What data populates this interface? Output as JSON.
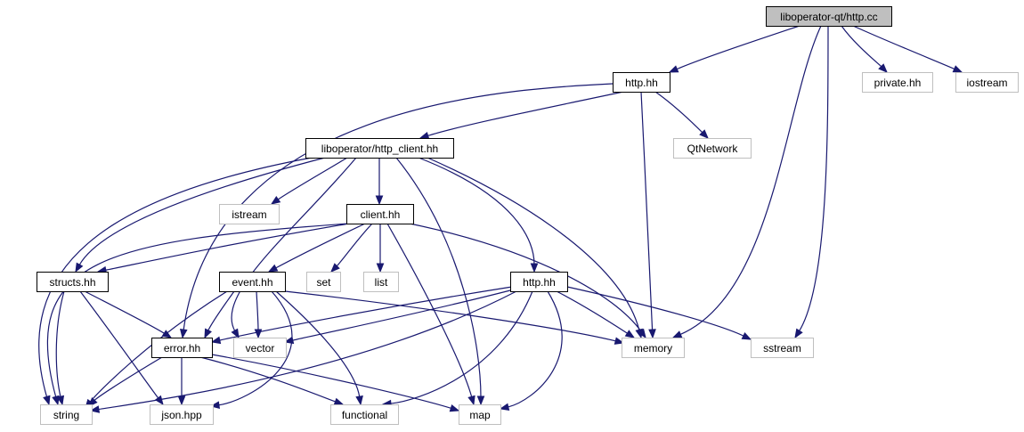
{
  "diagram": {
    "edge_color": "#191970",
    "nodes": [
      {
        "id": "n_http_cc",
        "label": "liboperator-qt/http.cc",
        "kind": "focus"
      },
      {
        "id": "n_http_hh_top",
        "label": "http.hh",
        "kind": "local"
      },
      {
        "id": "n_private",
        "label": "private.hh",
        "kind": "external"
      },
      {
        "id": "n_iostream",
        "label": "iostream",
        "kind": "external"
      },
      {
        "id": "n_http_client",
        "label": "liboperator/http_client.hh",
        "kind": "local"
      },
      {
        "id": "n_qtnetwork",
        "label": "QtNetwork",
        "kind": "external"
      },
      {
        "id": "n_istream",
        "label": "istream",
        "kind": "external"
      },
      {
        "id": "n_client",
        "label": "client.hh",
        "kind": "local"
      },
      {
        "id": "n_structs",
        "label": "structs.hh",
        "kind": "local"
      },
      {
        "id": "n_event",
        "label": "event.hh",
        "kind": "local"
      },
      {
        "id": "n_set",
        "label": "set",
        "kind": "external"
      },
      {
        "id": "n_list",
        "label": "list",
        "kind": "external"
      },
      {
        "id": "n_http_hh_mid",
        "label": "http.hh",
        "kind": "local"
      },
      {
        "id": "n_error",
        "label": "error.hh",
        "kind": "local"
      },
      {
        "id": "n_vector",
        "label": "vector",
        "kind": "external"
      },
      {
        "id": "n_memory",
        "label": "memory",
        "kind": "external"
      },
      {
        "id": "n_sstream",
        "label": "sstream",
        "kind": "external"
      },
      {
        "id": "n_string",
        "label": "string",
        "kind": "external"
      },
      {
        "id": "n_json",
        "label": "json.hpp",
        "kind": "external"
      },
      {
        "id": "n_functional",
        "label": "functional",
        "kind": "external"
      },
      {
        "id": "n_map",
        "label": "map",
        "kind": "external"
      }
    ],
    "edges": [
      {
        "from": "n_http_cc",
        "to": "n_http_hh_top"
      },
      {
        "from": "n_http_cc",
        "to": "n_memory"
      },
      {
        "from": "n_http_cc",
        "to": "n_private"
      },
      {
        "from": "n_http_cc",
        "to": "n_iostream"
      },
      {
        "from": "n_http_cc",
        "to": "n_sstream"
      },
      {
        "from": "n_http_hh_top",
        "to": "n_error"
      },
      {
        "from": "n_http_hh_top",
        "to": "n_http_client"
      },
      {
        "from": "n_http_hh_top",
        "to": "n_memory"
      },
      {
        "from": "n_http_hh_top",
        "to": "n_qtnetwork"
      },
      {
        "from": "n_http_client",
        "to": "n_string"
      },
      {
        "from": "n_http_client",
        "to": "n_structs"
      },
      {
        "from": "n_http_client",
        "to": "n_istream"
      },
      {
        "from": "n_http_client",
        "to": "n_vector"
      },
      {
        "from": "n_http_client",
        "to": "n_client"
      },
      {
        "from": "n_http_client",
        "to": "n_map"
      },
      {
        "from": "n_http_client",
        "to": "n_http_hh_mid"
      },
      {
        "from": "n_http_client",
        "to": "n_memory"
      },
      {
        "from": "n_client",
        "to": "n_string"
      },
      {
        "from": "n_client",
        "to": "n_structs"
      },
      {
        "from": "n_client",
        "to": "n_event"
      },
      {
        "from": "n_client",
        "to": "n_set"
      },
      {
        "from": "n_client",
        "to": "n_list"
      },
      {
        "from": "n_client",
        "to": "n_map"
      },
      {
        "from": "n_client",
        "to": "n_memory"
      },
      {
        "from": "n_structs",
        "to": "n_string"
      },
      {
        "from": "n_structs",
        "to": "n_error"
      },
      {
        "from": "n_structs",
        "to": "n_json"
      },
      {
        "from": "n_event",
        "to": "n_error"
      },
      {
        "from": "n_event",
        "to": "n_vector"
      },
      {
        "from": "n_event",
        "to": "n_string"
      },
      {
        "from": "n_event",
        "to": "n_json"
      },
      {
        "from": "n_event",
        "to": "n_functional"
      },
      {
        "from": "n_event",
        "to": "n_memory"
      },
      {
        "from": "n_http_hh_mid",
        "to": "n_error"
      },
      {
        "from": "n_http_hh_mid",
        "to": "n_vector"
      },
      {
        "from": "n_http_hh_mid",
        "to": "n_string"
      },
      {
        "from": "n_http_hh_mid",
        "to": "n_memory"
      },
      {
        "from": "n_http_hh_mid",
        "to": "n_sstream"
      },
      {
        "from": "n_http_hh_mid",
        "to": "n_functional"
      },
      {
        "from": "n_http_hh_mid",
        "to": "n_map"
      },
      {
        "from": "n_error",
        "to": "n_string"
      },
      {
        "from": "n_error",
        "to": "n_json"
      },
      {
        "from": "n_error",
        "to": "n_functional"
      },
      {
        "from": "n_error",
        "to": "n_map"
      }
    ]
  }
}
